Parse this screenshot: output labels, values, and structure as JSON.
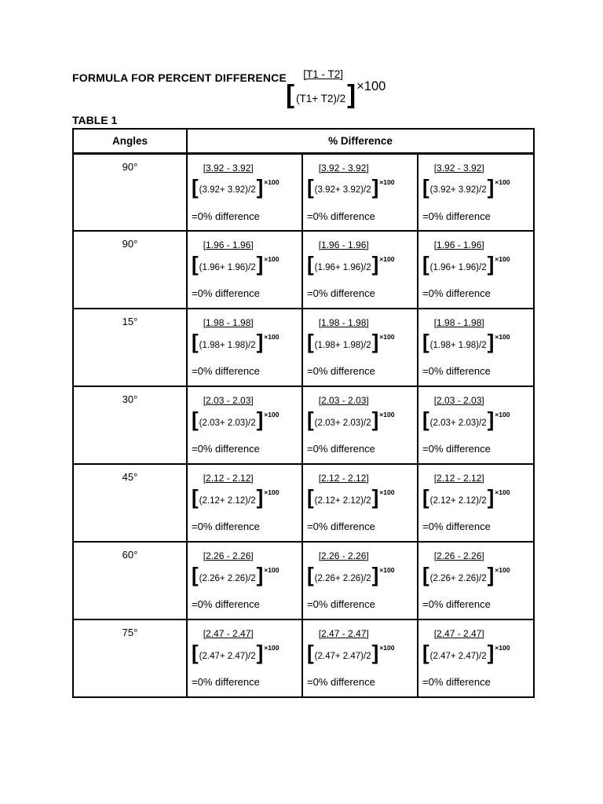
{
  "document": {
    "heading": "FORMULA FOR PERCENT DIFFERENCE",
    "main_formula": {
      "numerator": "[T1 - T2]",
      "open_bracket": "[",
      "denominator": "(T1+ T2)/2",
      "close_bracket": "]",
      "multiplier": "×100"
    },
    "table_label": "TABLE 1"
  },
  "table": {
    "headers": {
      "angles": "Angles",
      "difference": "% Difference"
    },
    "formula_tokens": {
      "open_bracket": "[",
      "close_bracket": "]"
    },
    "rows": [
      {
        "angle": "90°",
        "cells": [
          {
            "numerator": "[3.92 - 3.92]",
            "denominator": "(3.92+ 3.92)/2",
            "multiplier": "×100",
            "result": "=0% difference"
          },
          {
            "numerator": "[3.92 - 3.92]",
            "denominator": "(3.92+ 3.92)/2",
            "multiplier": "×100",
            "result": "=0% difference"
          },
          {
            "numerator": "[3.92 - 3.92]",
            "denominator": "(3.92+ 3.92)/2",
            "multiplier": "×100",
            "result": "=0% difference"
          }
        ]
      },
      {
        "angle": "90°",
        "cells": [
          {
            "numerator": "[1.96 - 1.96]",
            "denominator": "(1.96+ 1.96)/2",
            "multiplier": "×100",
            "result": "=0% difference"
          },
          {
            "numerator": "[1.96 - 1.96]",
            "denominator": "(1.96+ 1.96)/2",
            "multiplier": "×100",
            "result": "=0% difference"
          },
          {
            "numerator": "[1.96 - 1.96]",
            "denominator": "(1.96+ 1.96)/2",
            "multiplier": "×100",
            "result": "=0% difference"
          }
        ]
      },
      {
        "angle": "15°",
        "cells": [
          {
            "numerator": "[1.98 - 1.98]",
            "denominator": "(1.98+ 1.98)/2",
            "multiplier": "×100",
            "result": "=0% difference"
          },
          {
            "numerator": "[1.98 - 1.98]",
            "denominator": "(1.98+ 1.98)/2",
            "multiplier": "×100",
            "result": "=0% difference"
          },
          {
            "numerator": "[1.98 - 1.98]",
            "denominator": "(1.98+ 1.98)/2",
            "multiplier": "×100",
            "result": "=0% difference"
          }
        ]
      },
      {
        "angle": "30°",
        "cells": [
          {
            "numerator": "[2.03 - 2.03]",
            "denominator": "(2.03+ 2.03)/2",
            "multiplier": "×100",
            "result": "=0% difference"
          },
          {
            "numerator": "[2.03 - 2.03]",
            "denominator": "(2.03+ 2.03)/2",
            "multiplier": "×100",
            "result": "=0% difference"
          },
          {
            "numerator": "[2.03 - 2.03]",
            "denominator": "(2.03+ 2.03)/2",
            "multiplier": "×100",
            "result": "=0% difference"
          }
        ]
      },
      {
        "angle": "45°",
        "cells": [
          {
            "numerator": "[2.12 - 2.12]",
            "denominator": "(2.12+ 2.12)/2",
            "multiplier": "×100",
            "result": "=0% difference"
          },
          {
            "numerator": "[2.12 - 2.12]",
            "denominator": "(2.12+ 2.12)/2",
            "multiplier": "×100",
            "result": "=0% difference"
          },
          {
            "numerator": "[2.12 - 2.12]",
            "denominator": "(2.12+ 2.12)/2",
            "multiplier": "×100",
            "result": "=0% difference"
          }
        ]
      },
      {
        "angle": "60°",
        "cells": [
          {
            "numerator": "[2.26 - 2.26]",
            "denominator": "(2.26+ 2.26)/2",
            "multiplier": "×100",
            "result": "=0% difference"
          },
          {
            "numerator": "[2.26 - 2.26]",
            "denominator": "(2.26+ 2.26)/2",
            "multiplier": "×100",
            "result": "=0% difference"
          },
          {
            "numerator": "[2.26 - 2.26]",
            "denominator": "(2.26+ 2.26)/2",
            "multiplier": "×100",
            "result": "=0% difference"
          }
        ]
      },
      {
        "angle": "75°",
        "cells": [
          {
            "numerator": "[2.47 - 2.47]",
            "denominator": "(2.47+ 2.47)/2",
            "multiplier": "×100",
            "result": "=0% difference"
          },
          {
            "numerator": "[2.47 - 2.47]",
            "denominator": "(2.47+ 2.47)/2",
            "multiplier": "×100",
            "result": "=0% difference"
          },
          {
            "numerator": "[2.47 - 2.47]",
            "denominator": "(2.47+ 2.47)/2",
            "multiplier": "×100",
            "result": "=0% difference"
          }
        ]
      }
    ]
  }
}
